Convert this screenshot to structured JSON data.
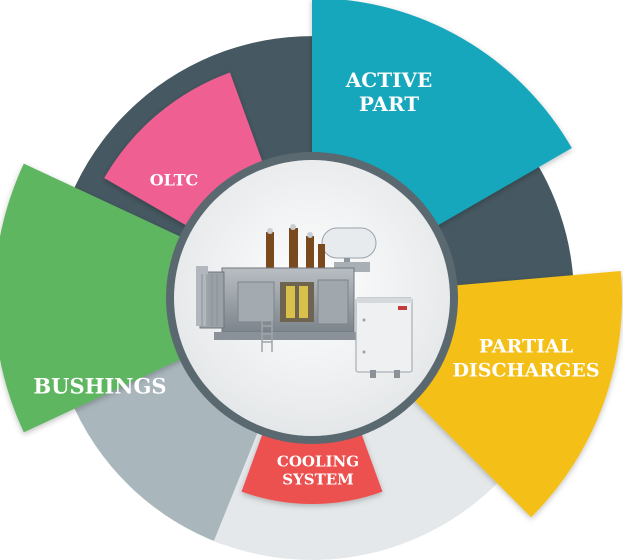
{
  "diagram": {
    "segments": [
      {
        "id": "active-part",
        "lines": [
          "ACTIVE",
          "PART"
        ],
        "color": "#12a7bd"
      },
      {
        "id": "oltc",
        "lines": [
          "OLTC"
        ],
        "color": "#ef5f92"
      },
      {
        "id": "bushings",
        "lines": [
          "BUSHINGS"
        ],
        "color": "#5fb661"
      },
      {
        "id": "partial-discharges",
        "lines": [
          "PARTIAL",
          "DISCHARGES"
        ],
        "color": "#f4bf14"
      },
      {
        "id": "cooling-system",
        "lines": [
          "COOLING",
          "SYSTEM"
        ],
        "color": "#ec5150"
      }
    ],
    "colors": {
      "ring_dark": "#465861",
      "ring_light": "#e5e8ea",
      "ring_mid": "#a9b6bc",
      "hub_border": "#5a6870",
      "hub_fill": "#f2f3f4"
    },
    "center_image": "transformer-illustration",
    "cabinet_brand": ""
  }
}
